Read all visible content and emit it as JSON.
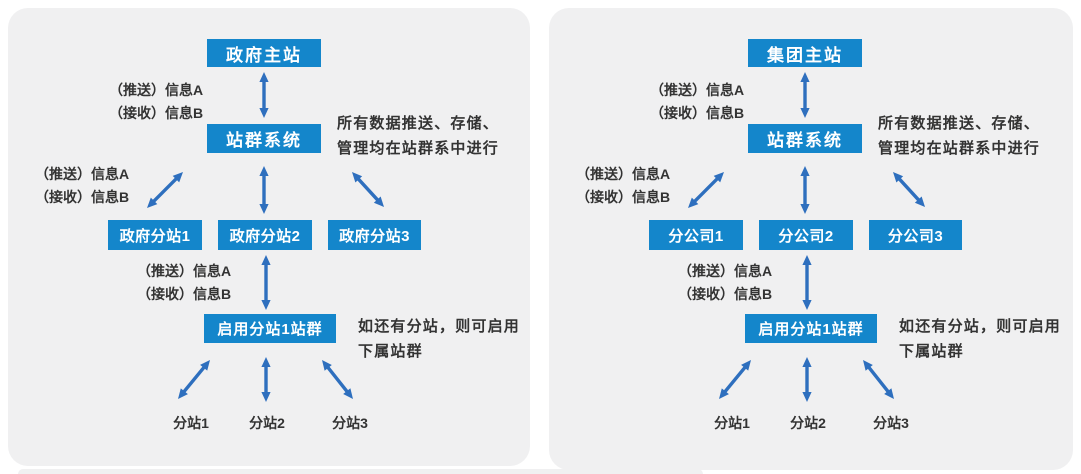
{
  "colors": {
    "panel_bg": "#f0f0f1",
    "box_blue": "#1486cb",
    "arrow_blue": "#2e6fbe",
    "text": "#333333"
  },
  "panels": [
    {
      "id": "government-site-cluster",
      "main_site": "政府主站",
      "cluster_system": "站群系统",
      "exchange_top": [
        "（推送）信息A",
        "（接收）信息B"
      ],
      "exchange_mid": [
        "（推送）信息A",
        "（接收）信息B"
      ],
      "exchange_bottom": [
        "（推送）信息A",
        "（接收）信息B"
      ],
      "cluster_note": [
        "所有数据推送、存储、",
        "管理均在站群系中进行"
      ],
      "sub_sites": [
        "政府分站1",
        "政府分站2",
        "政府分站3"
      ],
      "enable_box": "启用分站1站群",
      "enable_note": [
        "如还有分站，则可启用",
        "下属站群"
      ],
      "leaf_sites": [
        "分站1",
        "分站2",
        "分站3"
      ]
    },
    {
      "id": "corporate-site-cluster",
      "main_site": "集团主站",
      "cluster_system": "站群系统",
      "exchange_top": [
        "（推送）信息A",
        "（接收）信息B"
      ],
      "exchange_mid": [
        "（推送）信息A",
        "（接收）信息B"
      ],
      "exchange_bottom": [
        "（推送）信息A",
        "（接收）信息B"
      ],
      "cluster_note": [
        "所有数据推送、存储、",
        "管理均在站群系中进行"
      ],
      "sub_sites": [
        "分公司1",
        "分公司2",
        "分公司3"
      ],
      "enable_box": "启用分站1站群",
      "enable_note": [
        "如还有分站，则可启用",
        "下属站群"
      ],
      "leaf_sites": [
        "分站1",
        "分站2",
        "分站3"
      ]
    }
  ]
}
